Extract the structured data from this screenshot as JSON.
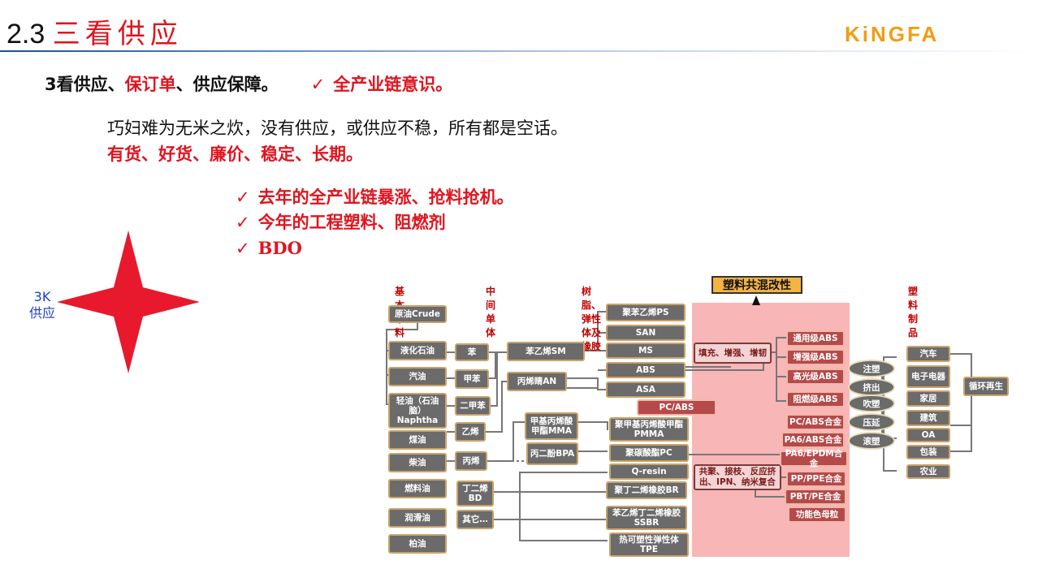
{
  "header": {
    "number": "2.3",
    "title": "三看供应",
    "logo": "KiNGFA"
  },
  "headline": {
    "part1": "3看供应、",
    "part2": "保订单",
    "part3": "、供应保障。",
    "check": "✓",
    "part4": "全产业链意识。"
  },
  "para": {
    "line1": "巧妇难为无米之炊，没有供应，或供应不稳，所有都是空话。",
    "line2": "有货、好货、廉价、稳定、长期。"
  },
  "bullets": [
    {
      "check": "✓",
      "text": "去年的全产业链暴涨、抢料抢机。"
    },
    {
      "check": "✓",
      "text": "今年的工程塑料、阻燃剂"
    },
    {
      "check": "✓",
      "text": "BDO"
    }
  ],
  "star": {
    "line1": "3K",
    "line2": "供应",
    "color": "#e8192c"
  },
  "diagram": {
    "col_headers": {
      "raw": "基本原料",
      "monomer": "中间单体",
      "resin": "树脂、弹性体及橡胶",
      "modification": "塑料共混改性",
      "products": "塑料制品"
    },
    "raw": [
      "原油Crude",
      "液化石油",
      "汽油",
      "轻油（石油脑）Naphtha",
      "煤油",
      "柴油",
      "燃料油",
      "润滑油",
      "柏油"
    ],
    "monomer1": [
      "苯",
      "甲苯",
      "二甲苯",
      "乙烯",
      "丙烯",
      "丁二烯BD",
      "其它…"
    ],
    "monomer2": [
      "苯乙烯SM",
      "丙烯睛AN",
      "甲基丙烯酸甲酯MMA",
      "丙二酚BPA"
    ],
    "resins": [
      "聚苯乙烯PS",
      "SAN",
      "MS",
      "ABS",
      "ASA",
      "PC/ABS",
      "聚甲基丙烯酸甲酯PMMA",
      "聚碳酸酯PC",
      "Q-resin",
      "聚丁二烯橡胶BR",
      "苯乙烯丁二烯橡胶SSBR",
      "热可塑性弹性体TPE"
    ],
    "mod_process1": "填充、增强、增韧",
    "mod_process2": "共聚、接枝、反应挤出、IPN、纳米复合",
    "mod_products": [
      "通用级ABS",
      "增强级ABS",
      "高光级ABS",
      "阻燃级ABS",
      "PC/ABS合金",
      "PA6/ABS合金",
      "PA6/EPDM合金",
      "PP/PPE合金",
      "PBT/PE合金",
      "功能色母粒"
    ],
    "processes": [
      "注塑",
      "挤出",
      "吹塑",
      "压延",
      "滚塑"
    ],
    "applications": [
      "汽车",
      "电子电器",
      "家居",
      "建筑",
      "OA",
      "包装",
      "农业"
    ],
    "recycle": "循环再生"
  }
}
